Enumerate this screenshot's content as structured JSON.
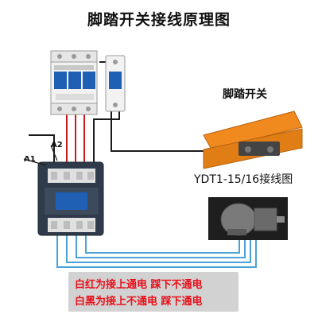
{
  "title": "脚踏开关接线原理图",
  "pedal_switch": {
    "label": "脚踏开关"
  },
  "model": {
    "label": "YDT1-15/16接线图"
  },
  "contactor": {
    "coil_a1": "A1",
    "coil_a2": "A2"
  },
  "notes": {
    "line1": "白红为接上通电 踩下不通电",
    "line2": "白黑为接上不通电 踩下通电"
  },
  "colors": {
    "wire_live": "#d0191e",
    "wire_black": "#1a1a1a",
    "wire_neutral": "#4aa3d8",
    "note_text": "#e8101a",
    "pedal_orange": "#f08a1f",
    "breaker_white": "#f2f2f2",
    "contactor_body": "#2f3a4a"
  },
  "icons": [
    "circuit-breaker",
    "pedal-switch",
    "contactor",
    "motor"
  ]
}
